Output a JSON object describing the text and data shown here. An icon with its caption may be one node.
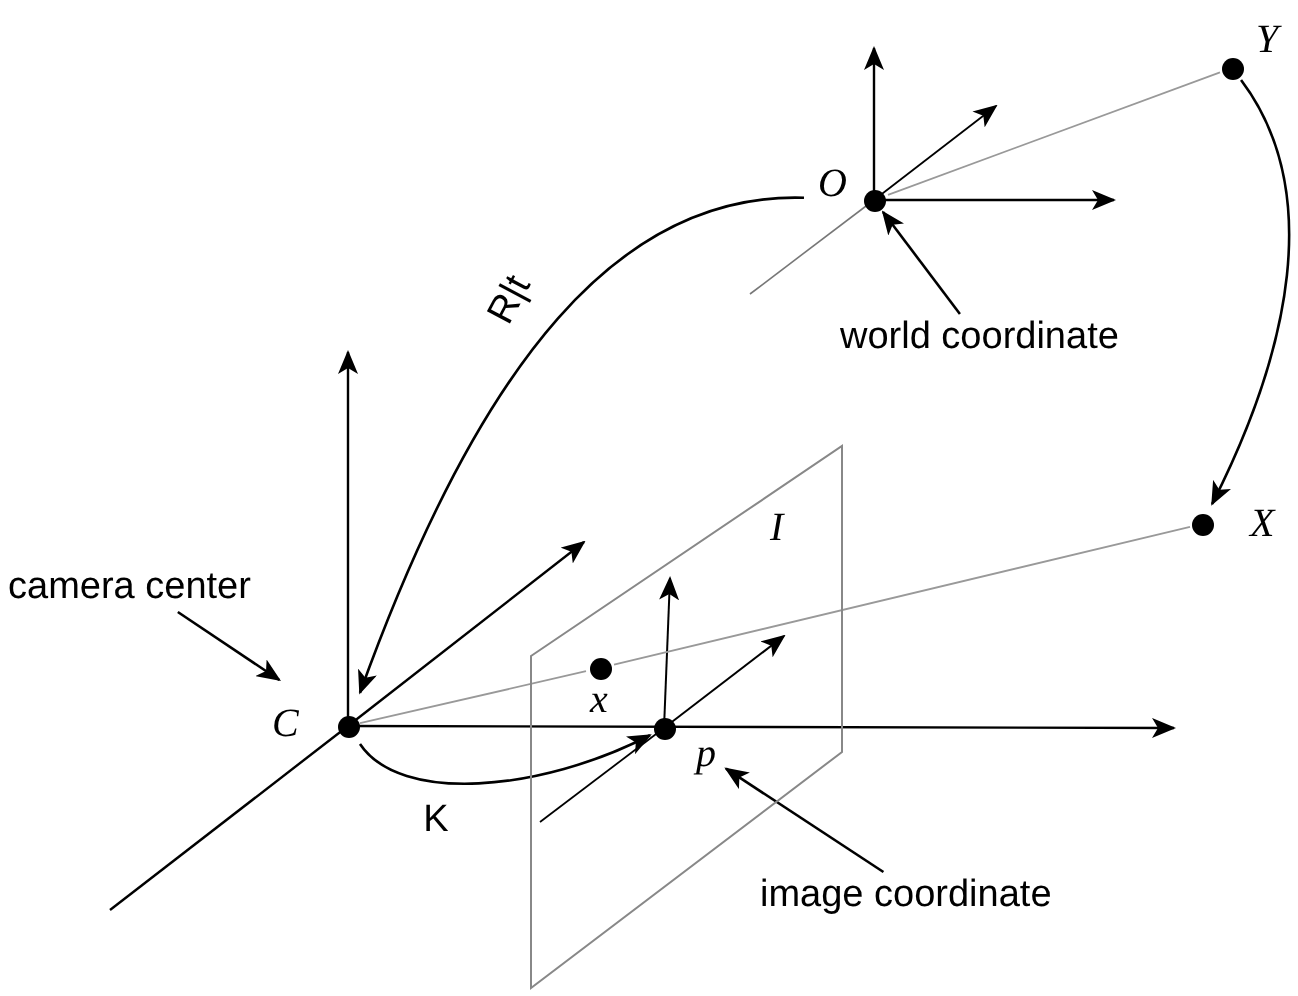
{
  "diagram": {
    "nodes": [
      {
        "text": [
          "O"
        ]
      },
      {
        "text": [
          "Y"
        ]
      },
      {
        "text": [
          "X"
        ]
      },
      {
        "text": [
          "C"
        ]
      },
      {
        "text": [
          "x"
        ],
        "in": 6
      },
      {
        "text": [
          "p"
        ],
        "in": 6
      },
      {
        "text": [
          "I"
        ]
      },
      {
        "text": [
          "world coordinate"
        ]
      },
      {
        "text": [
          "camera center"
        ]
      },
      {
        "text": [
          "image coordinate"
        ]
      }
    ],
    "edges": [
      {
        "from": 0,
        "to": 3,
        "arrow": "to",
        "label": "R|t"
      },
      {
        "from": 1,
        "to": 2,
        "arrow": "to"
      },
      {
        "from": 3,
        "to": 5,
        "arrow": "to",
        "label": "K"
      },
      {
        "from": 7,
        "to": 0,
        "arrow": "to"
      },
      {
        "from": 8,
        "to": 3,
        "arrow": "to"
      },
      {
        "from": 9,
        "to": 5,
        "arrow": "to"
      },
      {
        "from": 0,
        "to": 1,
        "arrow": "none",
        "color": "#999999"
      },
      {
        "from": 3,
        "to": 4,
        "arrow": "none",
        "color": "#999999"
      },
      {
        "from": 4,
        "to": 2,
        "arrow": "none",
        "color": "#999999"
      }
    ]
  }
}
